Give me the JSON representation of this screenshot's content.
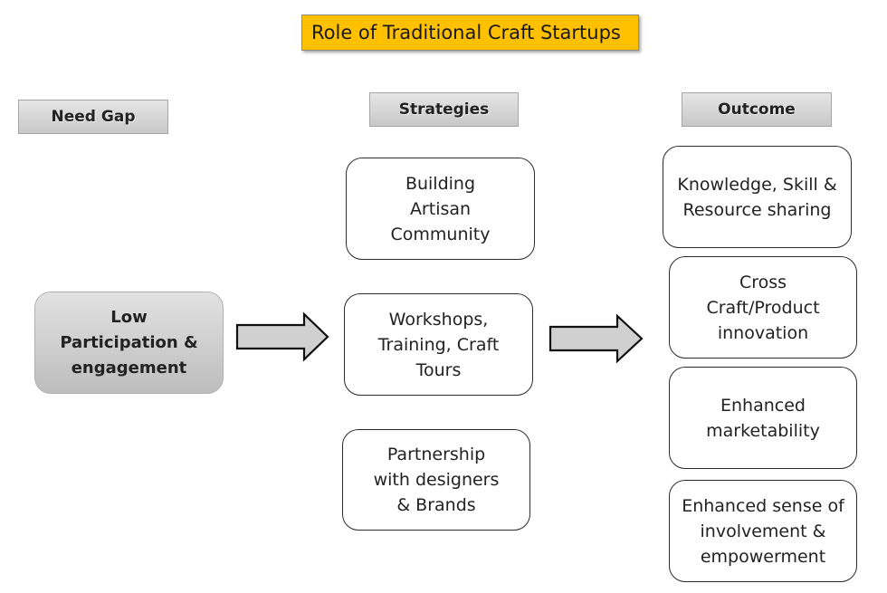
{
  "title": "Role of Traditional Craft Startups",
  "headers": {
    "need_gap": "Need Gap",
    "strategies": "Strategies",
    "outcome": "Outcome"
  },
  "need_gap": {
    "text": "Low\nParticipation &\nengagement"
  },
  "strategies": [
    {
      "text": "Building\nArtisan\nCommunity"
    },
    {
      "text": "Workshops,\nTraining, Craft\nTours"
    },
    {
      "text": "Partnership\nwith designers\n& Brands"
    }
  ],
  "outcomes": [
    {
      "text": "Knowledge, Skill &\nResource sharing"
    },
    {
      "text": "Cross\nCraft/Product\ninnovation"
    },
    {
      "text": "Enhanced\nmarketability"
    },
    {
      "text": "Enhanced sense of\ninvolvement &\nempowerment"
    }
  ]
}
